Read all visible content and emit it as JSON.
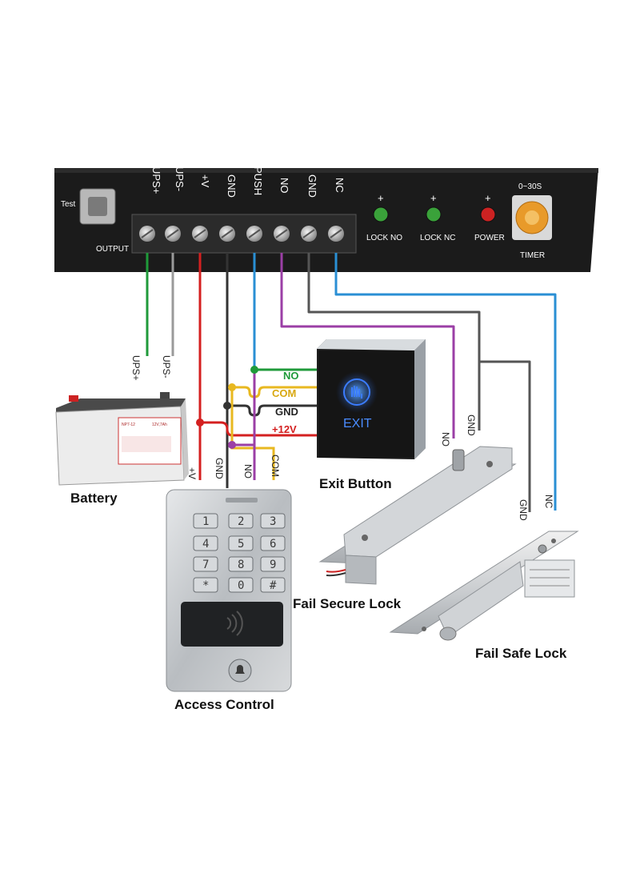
{
  "controller": {
    "terminals": [
      "UPS+",
      "UPS-",
      "+V",
      "GND",
      "PUSH",
      "NO",
      "GND",
      "NC"
    ],
    "test_label": "Test",
    "output_label": "OUTPUT",
    "timer_range": "0~30S",
    "timer_label": "TIMER",
    "leds": [
      {
        "label": "LOCK NO",
        "color": "#3aa23a"
      },
      {
        "label": "LOCK NC",
        "color": "#3aa23a"
      },
      {
        "label": "POWER",
        "color": "#cc2222"
      }
    ]
  },
  "wires": {
    "ups_plus": "UPS+",
    "ups_minus": "UPS-",
    "plus_v": "+V",
    "gnd": "GND",
    "no": "NO",
    "com": "COM",
    "fail_secure_no": "NO",
    "fail_secure_gnd": "GND",
    "fail_safe_gnd": "GND",
    "fail_safe_nc": "NC"
  },
  "bus_labels": {
    "no": "NO",
    "com": "COM",
    "gnd": "GND",
    "v12": "+12V"
  },
  "colors": {
    "green": "#1f9a3a",
    "gray": "#9a9a9a",
    "red": "#d42020",
    "dark": "#333333",
    "blue": "#2a8fd4",
    "purple": "#9b3fa6",
    "yellow": "#e8b820"
  },
  "exit_button": {
    "text": "EXIT",
    "caption": "Exit Button"
  },
  "battery": {
    "model": "NP7-12",
    "rating": "12V,7Ah",
    "caption": "Battery"
  },
  "keypad": {
    "keys": [
      "1",
      "2",
      "3",
      "4",
      "5",
      "6",
      "7",
      "8",
      "9",
      "*",
      "0",
      "#"
    ],
    "caption": "Access Control"
  },
  "fail_secure": {
    "caption": "Fail Secure Lock"
  },
  "fail_safe": {
    "caption": "Fail Safe Lock"
  }
}
